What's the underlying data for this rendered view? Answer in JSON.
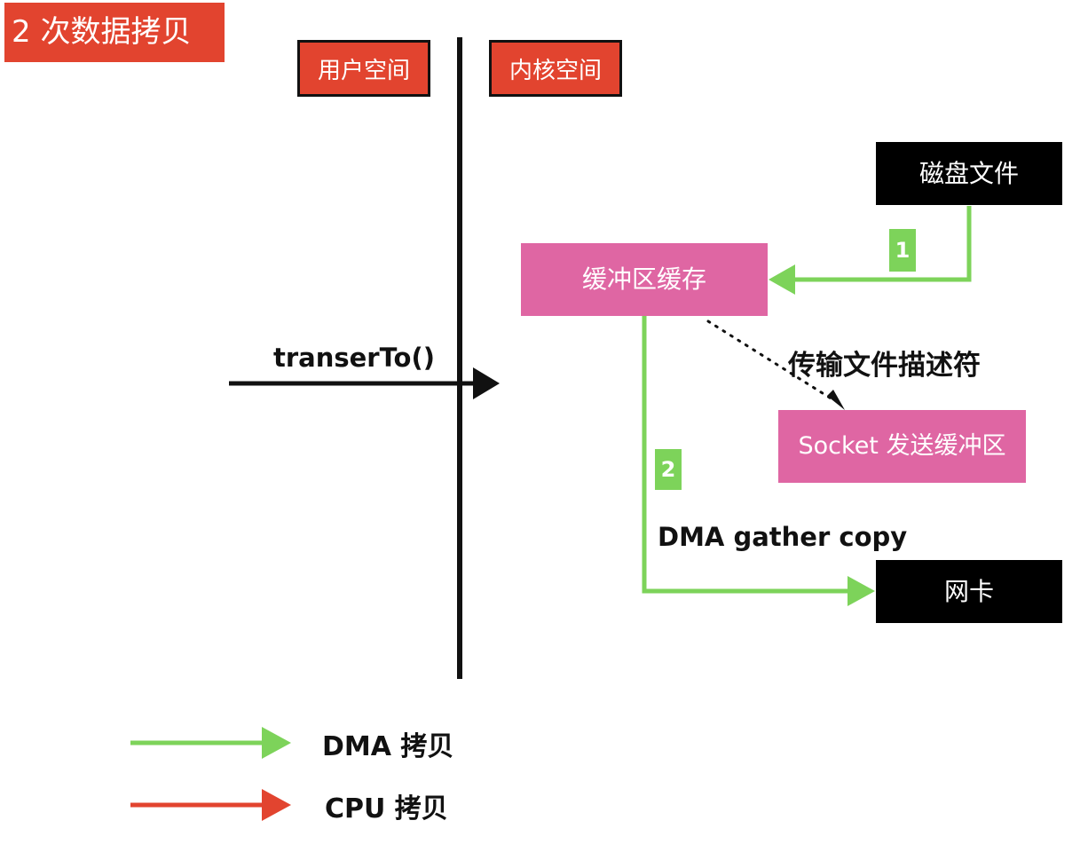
{
  "title": "2 次数据拷贝",
  "user_space": "用户空间",
  "kernel_space": "内核空间",
  "disk_file": "磁盘文件",
  "buffer_cache": "缓冲区缓存",
  "socket_buffer": "Socket 发送缓冲区",
  "nic": "网卡",
  "call_label": "transerTo()",
  "descriptor_label": "传输文件描述符",
  "gather_label": "DMA  gather copy",
  "step1": "1",
  "step2": "2",
  "legend": {
    "dma": "DMA 拷贝",
    "cpu": "CPU 拷贝"
  },
  "colors": {
    "dma": "#7dd35a",
    "cpu": "#e2442f",
    "pink": "#df66a3",
    "badge": "#e2442f"
  }
}
